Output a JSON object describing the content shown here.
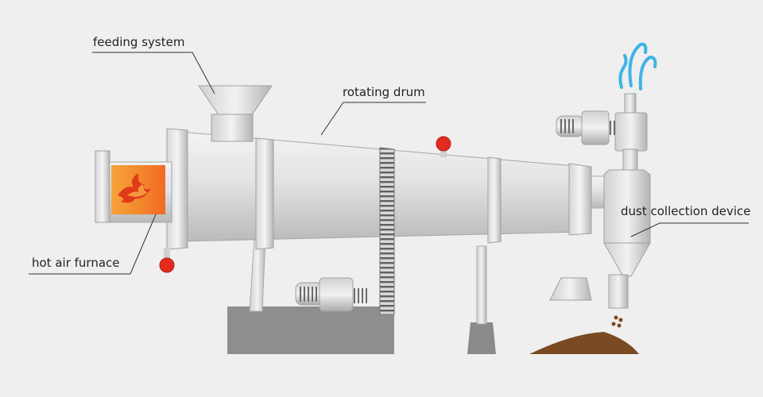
{
  "labels": {
    "feeding_system": "feeding system",
    "rotating_drum": "rotating drum",
    "hot_air_furnace": "hot air furnace",
    "dust_collection_device": "dust collection device"
  },
  "colors": {
    "background": "#efefef",
    "metal_light": "#e4e5e6",
    "metal_mid": "#c9cacc",
    "metal_dark": "#8c8d8f",
    "base": "#8e8e8e",
    "flame_orange": "#f07a2a",
    "flame_red": "#e03a1a",
    "indicator_red": "#e32b1d",
    "steam_blue": "#3fb3e6",
    "material_brown": "#7a4a22"
  },
  "icons": [
    "flame-icon",
    "steam-icon"
  ]
}
